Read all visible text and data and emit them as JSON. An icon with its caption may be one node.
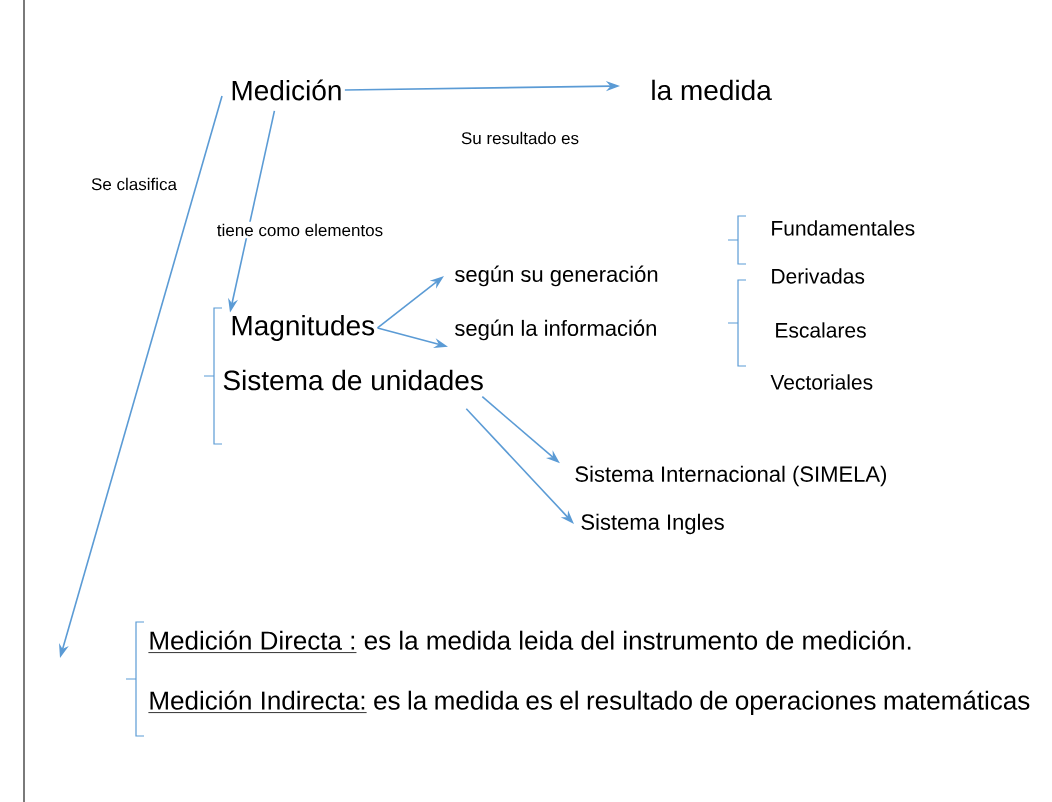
{
  "diagram": {
    "nodes": [
      {
        "text": [
          "Medición"
        ]
      },
      {
        "text": [
          "la medida"
        ]
      },
      {
        "text": [
          "Magnitudes"
        ]
      },
      {
        "text": [
          "Sistema de unidades"
        ]
      },
      {
        "text": [
          "según su generación"
        ]
      },
      {
        "text": [
          "según la información"
        ]
      },
      {
        "text": [
          "Fundamentales"
        ]
      },
      {
        "text": [
          "Derivadas"
        ]
      },
      {
        "text": [
          "Escalares"
        ]
      },
      {
        "text": [
          "Vectoriales"
        ]
      },
      {
        "text": [
          "Sistema Internacional (SIMELA)"
        ]
      },
      {
        "text": [
          "Sistema Ingles"
        ]
      },
      {
        "text": [
          "Medición Directa :",
          "es la medida leida del instrumento de medición."
        ]
      },
      {
        "text": [
          "Medición Indirecta:",
          "es la medida es el resultado de operaciones matemáticas"
        ]
      }
    ],
    "edges": [
      {
        "from": 0,
        "to": 1,
        "arrow": "to",
        "label": "Su resultado es"
      },
      {
        "from": 0,
        "to": 2,
        "arrow": "to",
        "label": "tiene como elementos"
      },
      {
        "from": 0,
        "to": 12,
        "arrow": "to",
        "label": "Se clasifica"
      },
      {
        "from": 2,
        "to": 4,
        "arrow": "to"
      },
      {
        "from": 2,
        "to": 5,
        "arrow": "to"
      },
      {
        "from": 3,
        "to": 10,
        "arrow": "to"
      },
      {
        "from": 3,
        "to": 11,
        "arrow": "to"
      }
    ]
  }
}
